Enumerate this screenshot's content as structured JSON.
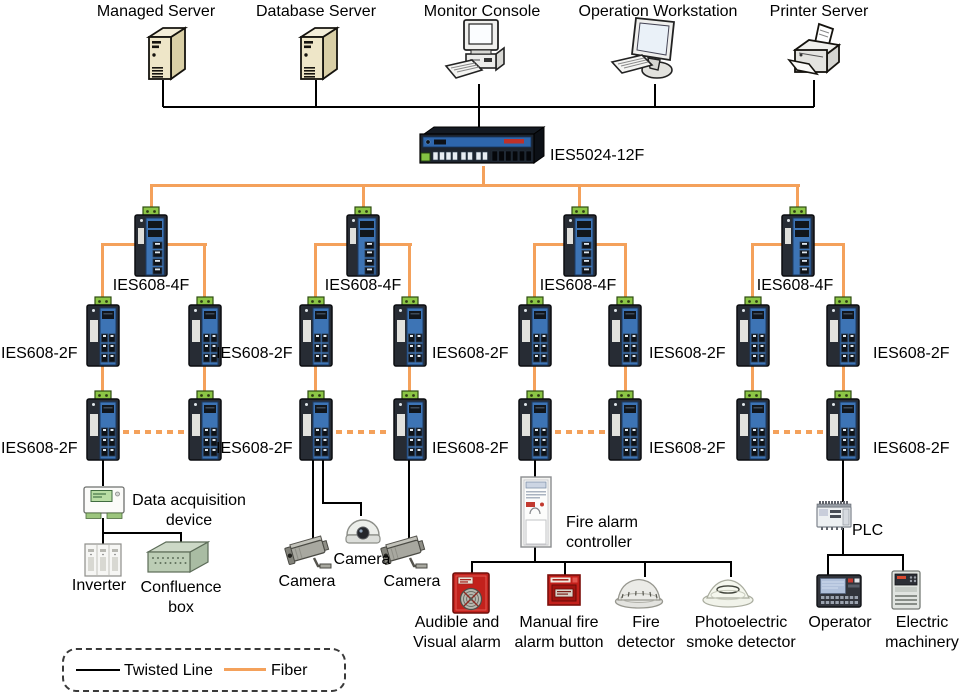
{
  "labels": {
    "managed_server": "Managed Server",
    "database_server": "Database Server",
    "monitor_console": "Monitor Console",
    "operation_workstation": "Operation Workstation",
    "printer_server": "Printer Server",
    "core_switch": "IES5024-12F",
    "branch_switch": "IES608-4F",
    "edge_switch": "IES608-2F",
    "data_acquisition_device": "Data acquisition device",
    "inverter": "Inverter",
    "confluence_box": "Confluence box",
    "camera": "Camera",
    "fire_alarm_controller": "Fire alarm controller",
    "audible_visual_alarm": "Audible and Visual alarm",
    "manual_fire_alarm_button": "Manual fire alarm button",
    "fire_detector": "Fire detector",
    "photoelectric_smoke_detector": "Photoelectric smoke detector",
    "plc": "PLC",
    "operator": "Operator",
    "electric_machinery": "Electric machinery"
  },
  "legend": {
    "twisted_line": "Twisted Line",
    "fiber": "Fiber"
  },
  "colors": {
    "fiber": "#F4A15B",
    "twisted_line": "#000000"
  }
}
